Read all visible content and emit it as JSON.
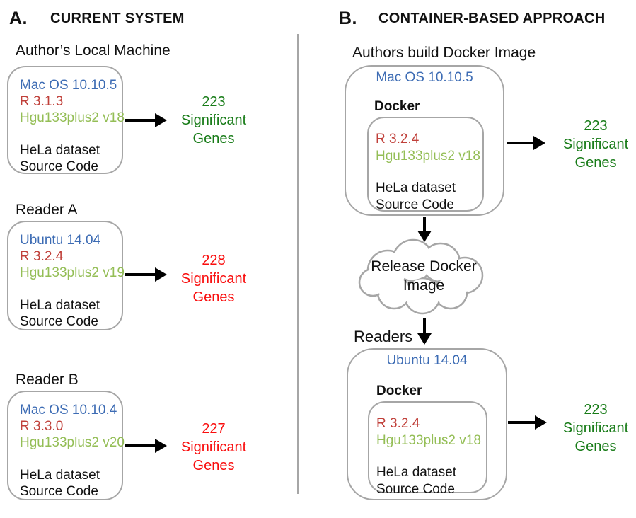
{
  "colors": {
    "os_blue": "#3D6CB4",
    "r_red": "#C0403A",
    "annotation_green": "#94BE56",
    "match_green": "#177B17",
    "mismatch_red": "#F90D0D",
    "box_border_gray": "#A6A6A6",
    "text_black": "#111111"
  },
  "panel_a": {
    "label": "A.",
    "title": "CURRENT SYSTEM",
    "sections": [
      {
        "heading": "Author’s Local Machine",
        "box": {
          "os": "Mac OS 10.10.5",
          "r_version": "R 3.1.3",
          "annotation": "Hgu133plus2 v18",
          "dataset": "HeLa dataset",
          "source": "Source Code"
        },
        "result": {
          "lines": [
            "223",
            "Significant",
            "Genes"
          ],
          "status": "match"
        }
      },
      {
        "heading": "Reader A",
        "box": {
          "os": "Ubuntu 14.04",
          "r_version": "R 3.2.4",
          "annotation": "Hgu133plus2 v19",
          "dataset": "HeLa dataset",
          "source": "Source Code"
        },
        "result": {
          "lines": [
            "228",
            "Significant",
            "Genes"
          ],
          "status": "mismatch"
        }
      },
      {
        "heading": "Reader B",
        "box": {
          "os": "Mac OS 10.10.4",
          "r_version": "R 3.3.0",
          "annotation": "Hgu133plus2 v20",
          "dataset": "HeLa dataset",
          "source": "Source Code"
        },
        "result": {
          "lines": [
            "227",
            "Significant",
            "Genes"
          ],
          "status": "mismatch"
        }
      }
    ]
  },
  "panel_b": {
    "label": "B.",
    "title": "CONTAINER-BASED APPROACH",
    "sections": [
      {
        "heading": "Authors build Docker Image",
        "os": "Mac OS 10.10.5",
        "container_label": "Docker",
        "inner": {
          "r_version": "R 3.2.4",
          "annotation": "Hgu133plus2 v18",
          "dataset": "HeLa dataset",
          "source": "Source Code"
        },
        "result": {
          "lines": [
            "223",
            "Significant",
            "Genes"
          ],
          "status": "match"
        }
      },
      {
        "heading": "Readers",
        "os": "Ubuntu 14.04",
        "container_label": "Docker",
        "inner": {
          "r_version": "R 3.2.4",
          "annotation": "Hgu133plus2 v18",
          "dataset": "HeLa dataset",
          "source": "Source Code"
        },
        "result": {
          "lines": [
            "223",
            "Significant",
            "Genes"
          ],
          "status": "match"
        }
      }
    ],
    "cloud": {
      "lines": [
        "Release Docker",
        "Image"
      ]
    }
  }
}
